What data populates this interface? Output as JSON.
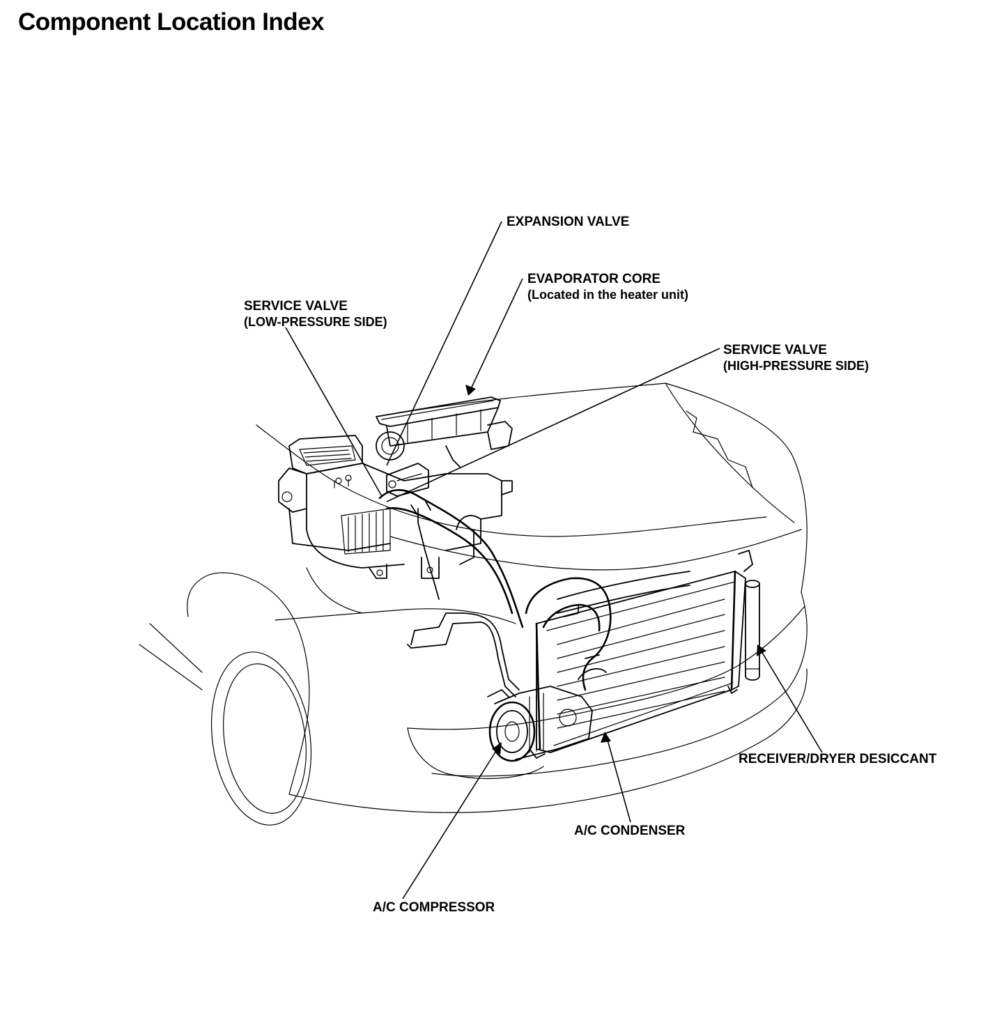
{
  "title": "Component Location Index",
  "labels": {
    "expansion_valve": "EXPANSION VALVE",
    "evaporator_core": "EVAPORATOR CORE",
    "evaporator_core_note": "(Located in the heater unit)",
    "service_valve_low": "SERVICE VALVE",
    "service_valve_low_note": "(LOW-PRESSURE SIDE)",
    "service_valve_high": "SERVICE VALVE",
    "service_valve_high_note": "(HIGH-PRESSURE SIDE)",
    "receiver_dryer": "RECEIVER/DRYER DESICCANT",
    "ac_condenser": "A/C CONDENSER",
    "ac_compressor": "A/C COMPRESSOR"
  }
}
